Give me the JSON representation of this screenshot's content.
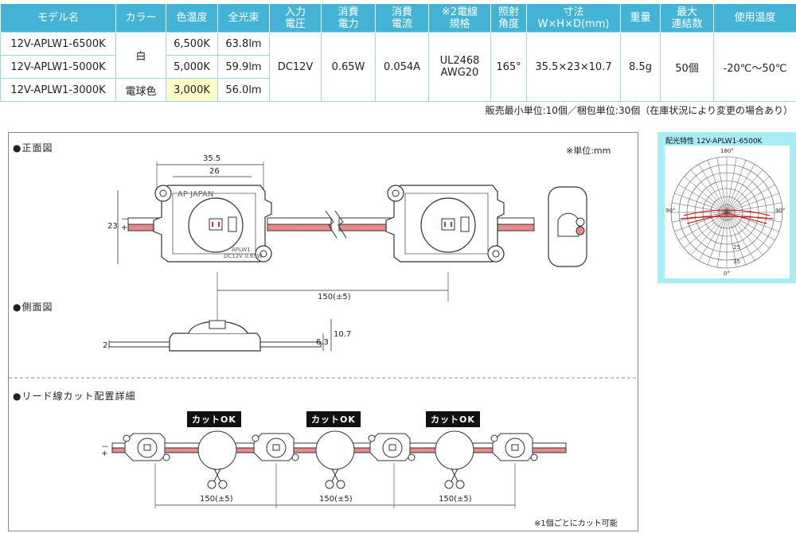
{
  "table": {
    "headers": [
      {
        "line1": "モデル名",
        "line2": ""
      },
      {
        "line1": "カラー",
        "line2": ""
      },
      {
        "line1": "色温度",
        "line2": ""
      },
      {
        "line1": "全光束",
        "line2": ""
      },
      {
        "line1": "入力",
        "line2": "電圧"
      },
      {
        "line1": "消費",
        "line2": "電力"
      },
      {
        "line1": "消費",
        "line2": "電流"
      },
      {
        "line1": "※2電線",
        "line2": "規格"
      },
      {
        "line1": "照射",
        "line2": "角度"
      },
      {
        "line1": "寸法",
        "line2": "W×H×D(mm)"
      },
      {
        "line1": "重量",
        "line2": ""
      },
      {
        "line1": "最大",
        "line2": "連結数"
      },
      {
        "line1": "使用温度",
        "line2": ""
      }
    ],
    "rows": [
      {
        "model": "12V-APLW1-6500K",
        "color": "白",
        "temp": "6,500K",
        "lumen": "63.8lm"
      },
      {
        "model": "12V-APLW1-5000K",
        "temp": "5,000K",
        "lumen": "59.9lm"
      },
      {
        "model": "12V-APLW1-3000K",
        "color": "電球色",
        "temp": "3,000K",
        "lumen": "56.0lm"
      }
    ],
    "shared": {
      "voltage": "DC12V",
      "power": "0.65W",
      "current": "0.054A",
      "wire_line1": "UL2468",
      "wire_line2": "AWG20",
      "angle": "165°",
      "size": "35.5×23×10.7",
      "weight": "8.5g",
      "max_link": "50個",
      "temp_range": "-20℃～50℃"
    }
  },
  "note": "販売最小単位:10個／梱包単位:30個（在庫状況により変更の場合あり）",
  "drawing": {
    "front_title": "●正面図",
    "unit": "※単位:mm",
    "side_title": "●側面図",
    "lead_title": "●リード線カット配置詳細",
    "dim_355": "35.5",
    "dim_26": "26",
    "dim_23": "23",
    "dim_150": "150(±5)",
    "dim_63": "6.3",
    "dim_107": "10.7",
    "dim_2": "2",
    "minus": "－",
    "plus": "+",
    "cut_label": "カットOK",
    "footnote": "※1個ごとにカット可能",
    "logo": "AP JAPAN",
    "module_label1": "APLW1",
    "module_label2": "DC12V 0.65W"
  },
  "polar": {
    "title": "配光特性 12V-APLW1-6500K",
    "label_top": "180°",
    "label_left": "90°",
    "label_right": "90°",
    "label_bottom": "0°",
    "label_25": "25",
    "label_35": "35"
  },
  "colors": {
    "header_bg": "#44b4d6",
    "highlight": "#fdfcc6",
    "wire_red": "#e88a8a",
    "polar_bg": "#a8ecf5",
    "polar_curve": "#d40000"
  }
}
